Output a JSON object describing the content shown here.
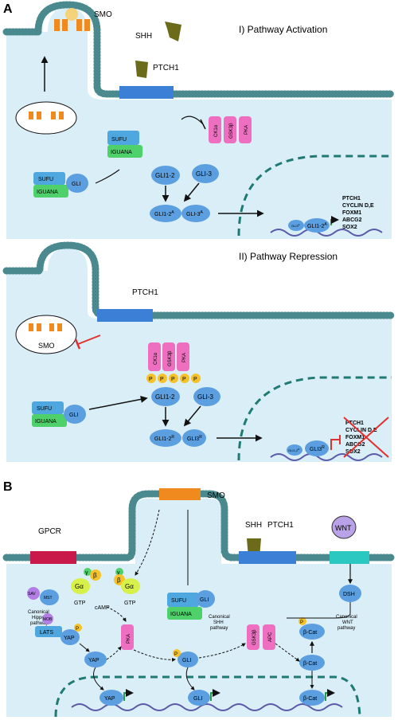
{
  "panel_a": {
    "letter": "A",
    "activation": {
      "title": "I) Pathway Activation",
      "smo": "SMO",
      "shh": "SHH",
      "ptch1": "PTCH1",
      "sufu": "SUFU",
      "iguana": "IGUANA",
      "gli": "GLI",
      "ck1": "CK1α",
      "gsk": "GSK3β",
      "pka": "PKA",
      "gli12": "GLI1-2",
      "gli3": "GLI-3",
      "gli12a": "GLI1-2",
      "gli3a": "GLI-3",
      "sup_a": "A",
      "gli3a_small": "GLI3",
      "gli12a_dna": "GLI1-2",
      "targets": [
        "PTCH1",
        "CYCLIN D,E",
        "FOXM1",
        "ABCG2",
        "SOX2"
      ]
    },
    "repression": {
      "title": "II) Pathway Repression",
      "ptch1": "PTCH1",
      "smo": "SMO",
      "ck1": "CK1α",
      "gsk": "GSK3β",
      "pka": "PKA",
      "p": "P",
      "sufu": "SUFU",
      "iguana": "IGUANA",
      "gli": "GLI",
      "gli12": "GLI1-2",
      "gli3": "GLI-3",
      "gli12r": "GLI1-2",
      "gli3r": "GLI3",
      "sup_r": "R",
      "gli12r_dna": "GLI1-2",
      "gli3r_dna": "GLI3",
      "targets": [
        "PTCH1",
        "CYCLIN D,E",
        "FOXM1",
        "ABCG2",
        "SOX2"
      ]
    }
  },
  "panel_b": {
    "letter": "B",
    "gpcr": "GPCR",
    "smo": "SMO",
    "shh": "SHH",
    "ptch1": "PTCH1",
    "wnt": "WNT",
    "galpha": "Gα",
    "gamma": "γ",
    "beta": "β",
    "gtp": "GTP",
    "camp": "cAMP",
    "sav": "SAV",
    "mst": "MST",
    "mob": "MOB",
    "lats": "LATS",
    "yap": "YAP",
    "p": "P",
    "pka": "PKA",
    "sufu": "SUFU",
    "iguana": "IGUANA",
    "gli": "GLI",
    "gsk": "GSK3β",
    "apc": "APC",
    "dsh": "DSH",
    "bcat": "β-Cat",
    "hippo_label": [
      "Canonical",
      "Hippo",
      "pathway"
    ],
    "shh_label": [
      "Canonical",
      "SHH",
      "pathway"
    ],
    "wnt_label": [
      "Canonical",
      "WNT",
      "pathway"
    ]
  },
  "colors": {
    "cytoplasm": "#daeef8",
    "membrane_bead": "#4a8a8e",
    "smo": "#f08a1e",
    "ptch1": "#3b7fd6",
    "gli": "#5b9fe0",
    "sufu": "#4fa7e0",
    "iguana": "#4ed06a",
    "kinase": "#ee6fc0",
    "shh": "#6b6b1a",
    "gpcr": "#c8194a",
    "galpha": "#d8f04a",
    "wnt_receptor": "#2bc8c2",
    "phospho": "#f5c22a",
    "nucleus": "#1f7a72",
    "inhibit_red": "#e03030",
    "gene_arrow": "#2a9a4a"
  }
}
